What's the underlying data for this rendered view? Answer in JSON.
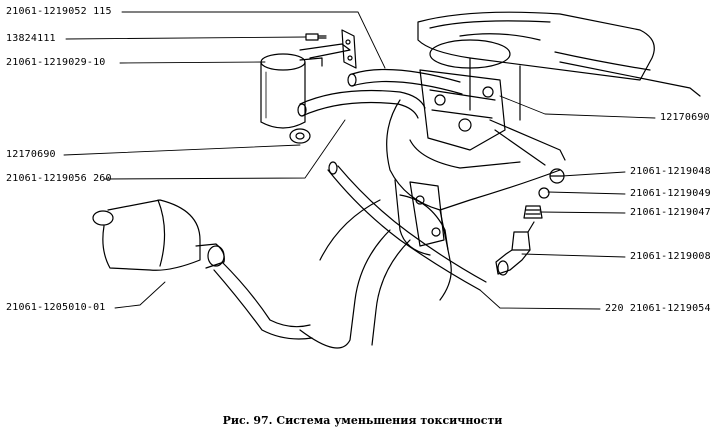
{
  "labels": {
    "l1": "21061-1219052 115",
    "l2": "13824111",
    "l3": "21061-1219029-10",
    "l4": "12170690",
    "l5": "21061-1219056 260",
    "l6": "21061-1205010-01",
    "r1": "12170690",
    "r2": "21061-1219048",
    "r3": "21061-1219049",
    "r4": "21061-1219047",
    "r5": "21061-1219008",
    "r6": "220 21061-1219054"
  },
  "caption": "Рис. 97. Система уменьшения токсичности",
  "colors": {
    "ink": "#000000",
    "paper": "#ffffff"
  }
}
